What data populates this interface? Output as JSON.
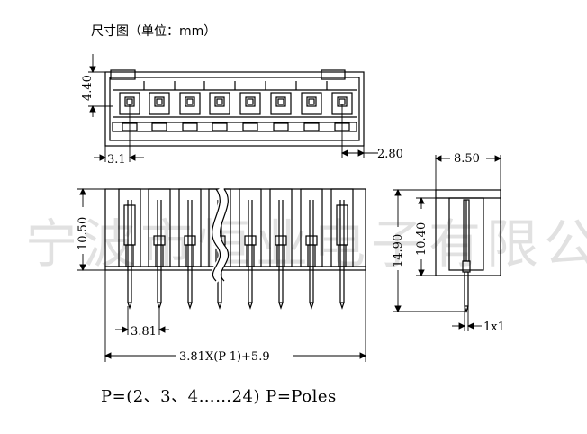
{
  "title": "尺寸图（单位：mm）",
  "watermark": "宁波市恒业电子有限公司",
  "dimensions": {
    "top_height": "4.40",
    "pitch_offset": "3.1",
    "end_offset": "2.80",
    "side_width": "8.50",
    "front_height": "10.50",
    "side_inner_height": "10.40",
    "side_total_height": "14.90",
    "pin_pitch": "3.81",
    "total_length": "3.81X(P-1)+5.9",
    "pin_section": "1x1"
  },
  "formula": "P=(2、3、4……24) P=Poles",
  "colors": {
    "line": "#000000",
    "watermark": "#b0b0b0"
  }
}
